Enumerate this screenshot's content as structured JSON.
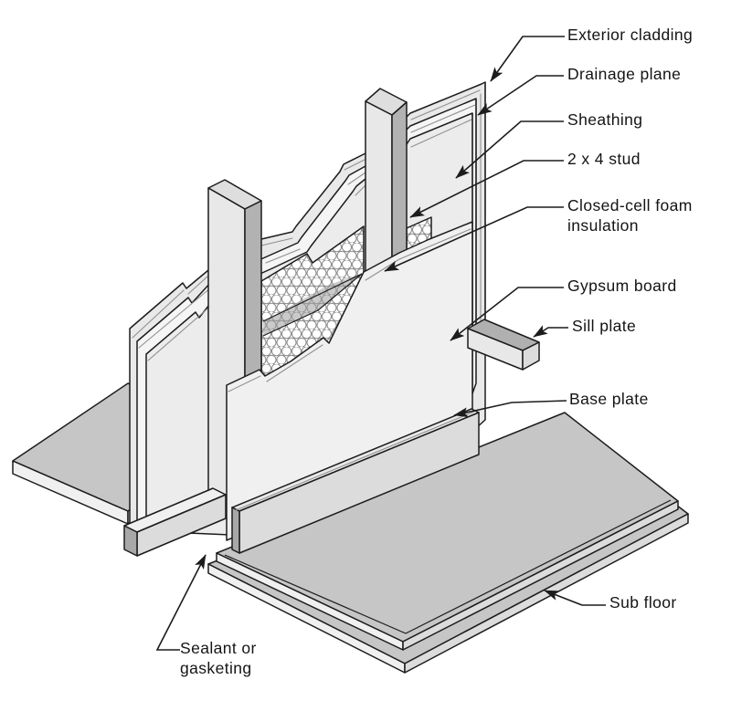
{
  "diagram": {
    "type": "isometric-construction-detail",
    "labels": {
      "exterior_cladding": "Exterior cladding",
      "drainage_plane": "Drainage plane",
      "sheathing": "Sheathing",
      "stud": "2 x 4 stud",
      "foam_line1": "Closed-cell foam",
      "foam_line2": "insulation",
      "gypsum_board": "Gypsum board",
      "sill_plate": "Sill plate",
      "base_plate": "Base plate",
      "sub_floor": "Sub floor",
      "sealant_line1": "Sealant or",
      "sealant_line2": "gasketing"
    }
  },
  "colors": {
    "background": "#ffffff",
    "outline": "#1c1c1c",
    "detail_line": "#8f8f8f",
    "label_text": "#141414",
    "panel_cladding": "#e9e9e9",
    "panel_drainage": "#f5f5f5",
    "panel_sheathing": "#ececec",
    "gypsum": "#f0f0f0",
    "stud_front": "#e8e8e8",
    "stud_side": "#b2b2b2",
    "stud_top": "#dedede",
    "floor_top": "#c6c6c6",
    "edge_light": "#f0f0f0",
    "edge_mid": "#dcdcdc",
    "beam_dark": "#a8a8a8",
    "sill_top": "#b0b0b0",
    "foam_shadow": "#9f9f9f",
    "foam_cell_stroke": "#8a8a8a"
  }
}
